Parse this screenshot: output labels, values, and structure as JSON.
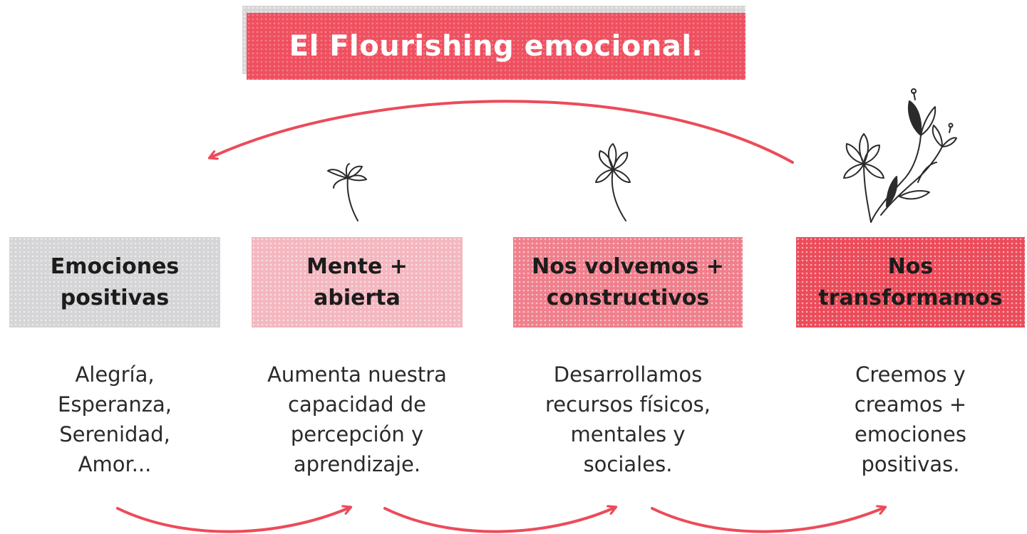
{
  "title": "El Flourishing emocional.",
  "stages": [
    {
      "label": "Emociones\npositivas",
      "description": "Alegría,\nEsperanza,\nSerenidad,\nAmor..."
    },
    {
      "label": "Mente +\nabierta",
      "description": "Aumenta nuestra\ncapacidad de\npercepción y\naprendizaje."
    },
    {
      "label": "Nos volvemos +\nconstructivos",
      "description": "Desarrollamos\nrecursos físicos,\nmentales y\nsociales."
    },
    {
      "label": "Nos\ntransformamos",
      "description": "Creemos y\ncreamos +\nemociones\npositivas."
    }
  ],
  "colors": {
    "accent": "#ef5060",
    "stage_1": "#d5d5d7",
    "stage_2": "#f4b7c0",
    "stage_3": "#f07f8c",
    "stage_4": "#ec4b5a",
    "arrow": "#ec4b5a"
  },
  "icons": [
    "small-flower-icon",
    "medium-flower-icon",
    "flower-bouquet-icon"
  ]
}
